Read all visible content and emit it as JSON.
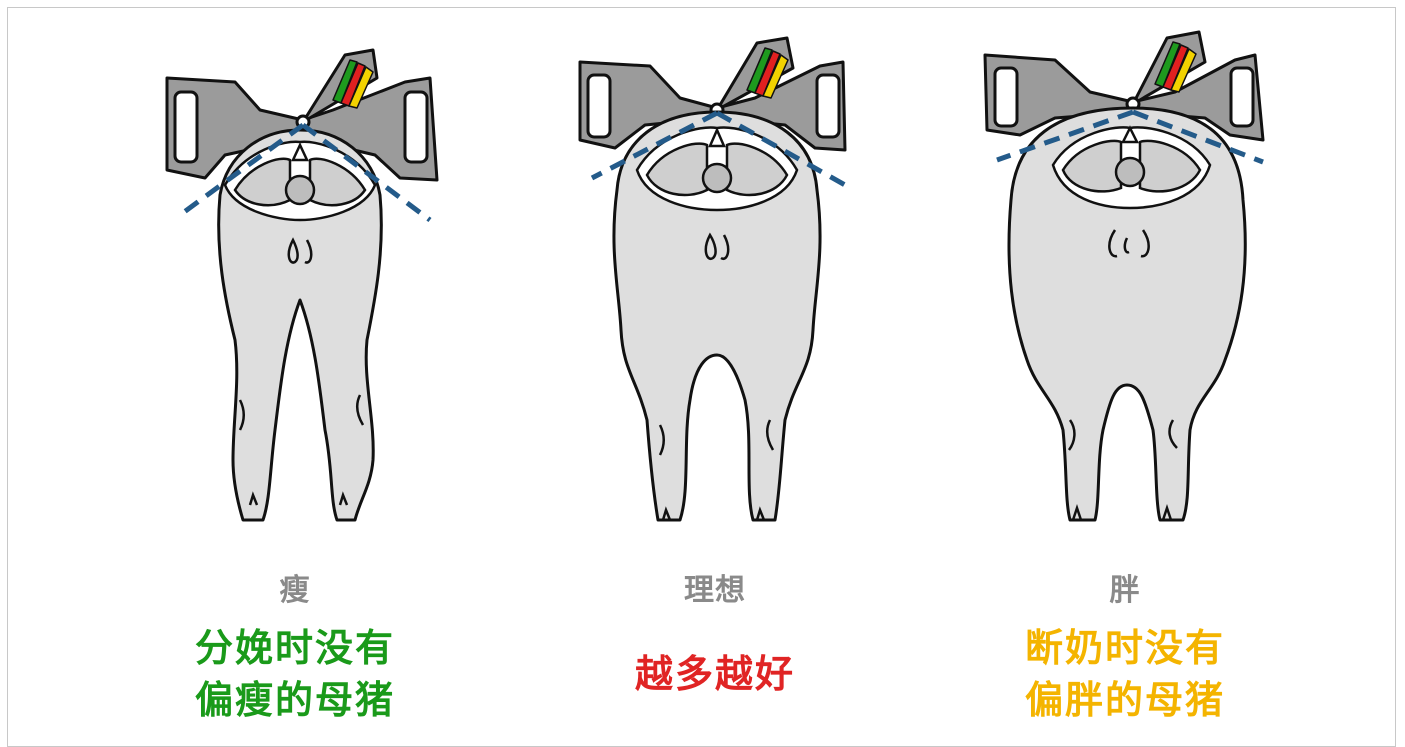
{
  "colors": {
    "body_fill": "#dedede",
    "caliper_fill": "#9b9b9b",
    "outline": "#111111",
    "dash_line": "#245b8a",
    "scale_green": "#1e9a1e",
    "scale_red": "#e02020",
    "scale_yellow": "#f2d200",
    "label_gray": "#8a8a8a",
    "caption_green": "#1a9a1a",
    "caption_red": "#e02424",
    "caption_yellow": "#f4b400"
  },
  "panels": [
    {
      "id": "thin",
      "label": "瘦",
      "caption": [
        "分娩时没有",
        "偏瘦的母猪"
      ],
      "caption_color": "#1a9a1a"
    },
    {
      "id": "ideal",
      "label": "理想",
      "caption": [
        "越多越好"
      ],
      "caption_color": "#e02424"
    },
    {
      "id": "fat",
      "label": "胖",
      "caption": [
        "断奶时没有",
        "偏胖的母猪"
      ],
      "caption_color": "#f4b400"
    }
  ]
}
